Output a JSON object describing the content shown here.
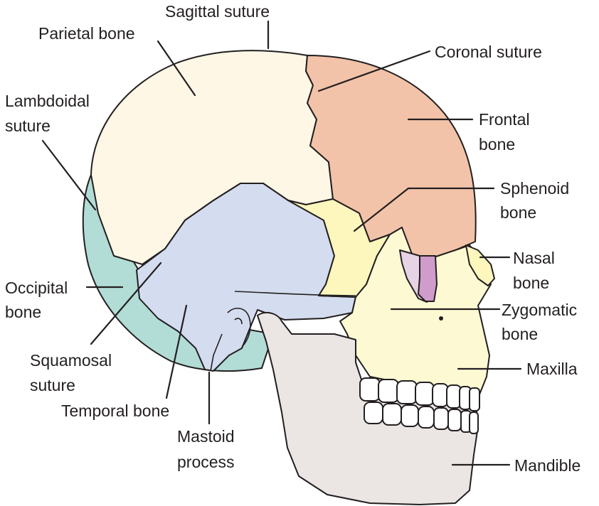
{
  "labels": {
    "sagittal_suture": "Sagittal suture",
    "parietal_bone": "Parietal bone",
    "coronal_suture": "Coronal suture",
    "lambdoidal_suture": [
      "Lambdoidal",
      "suture"
    ],
    "frontal_bone": [
      "Frontal",
      "bone"
    ],
    "sphenoid_bone": [
      "Sphenoid",
      "bone"
    ],
    "nasal_bone": [
      "Nasal",
      "bone"
    ],
    "occipital_bone": [
      "Occipital",
      "bone"
    ],
    "zygomatic_bone": [
      "Zygomatic",
      "bone"
    ],
    "maxilla": "Maxilla",
    "squamosal_suture": [
      "Squamosal",
      "suture"
    ],
    "temporal_bone": "Temporal bone",
    "mastoid_process": [
      "Mastoid",
      "process"
    ],
    "mandible": "Mandible"
  },
  "colors": {
    "parietal": "#fff7e6",
    "frontal": "#f2c3a9",
    "occipital": "#b2dcd6",
    "temporal": "#d4dcef",
    "sphenoid": "#fdf7bd",
    "facial": "#fdf9d3",
    "mandible": "#ebe5e3",
    "lacrimal_light": "#e7d3e6",
    "lacrimal_dark": "#cf9ccb",
    "teeth": "#ffffff",
    "line": "#231f20"
  }
}
